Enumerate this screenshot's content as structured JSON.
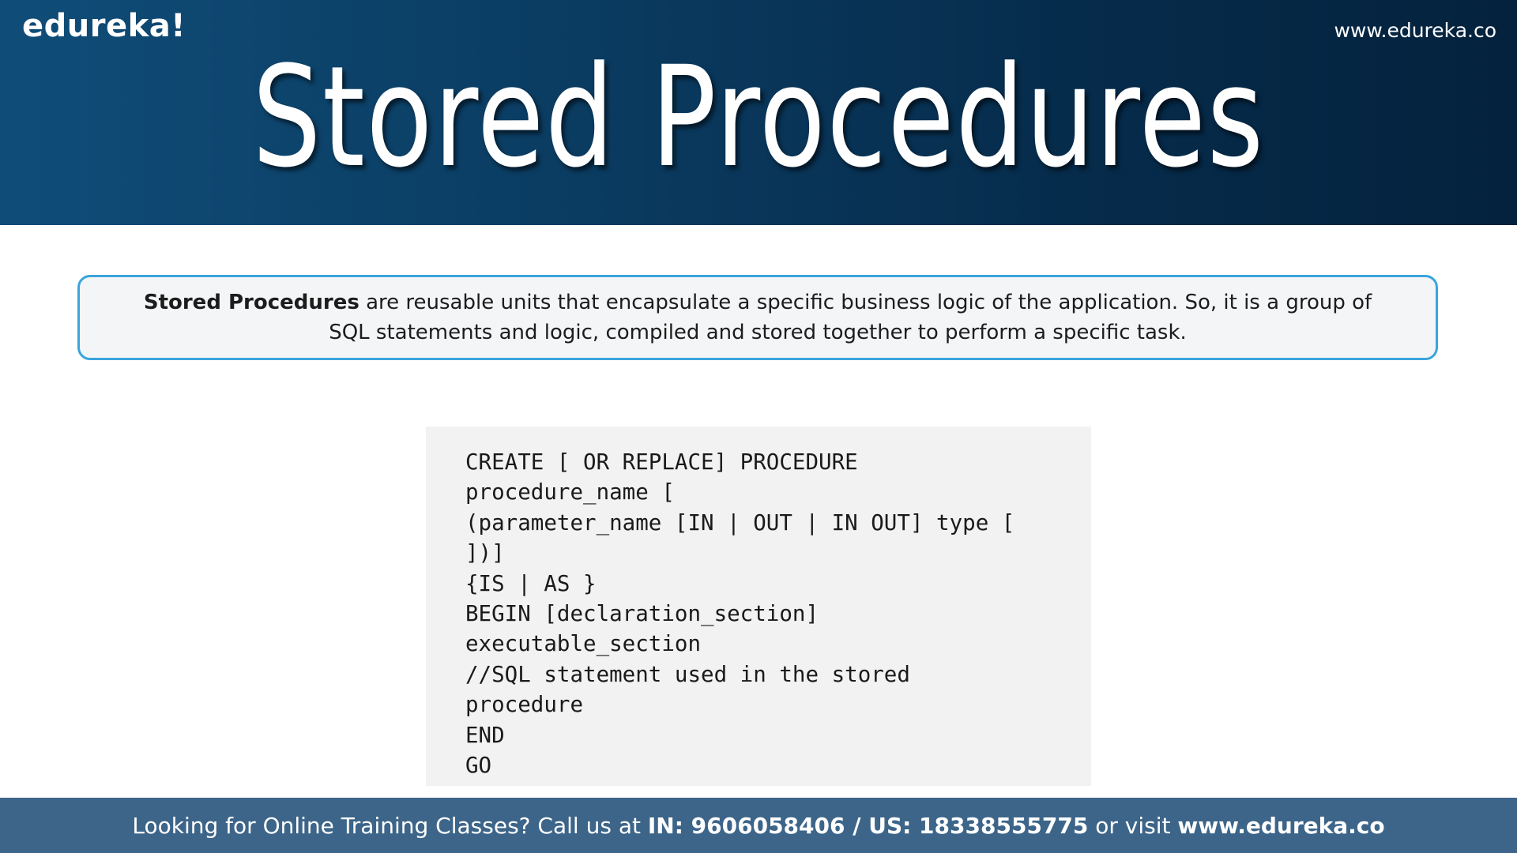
{
  "header": {
    "logo_text": "edureka!",
    "site_url": "www.edureka.co",
    "title": "Stored Procedures"
  },
  "definition": {
    "term": "Stored Procedures",
    "text": " are reusable units that encapsulate a specific business logic of the application. So, it is a  group of SQL statements and logic, compiled and stored together to perform a specific task."
  },
  "code": {
    "lines": [
      "CREATE [ OR REPLACE] PROCEDURE",
      "procedure_name [",
      "(parameter_name [IN | OUT | IN OUT] type [",
      "])]",
      "{IS | AS }",
      "BEGIN [declaration_section]",
      "executable_section",
      "//SQL statement used in the stored",
      "procedure",
      "END",
      "GO"
    ]
  },
  "footer": {
    "prefix": "Looking for Online Training Classes? Call us at ",
    "phones": "IN: 9606058406 / US: 18338555775",
    "middle": " or visit ",
    "url": "www.edureka.co"
  },
  "colors": {
    "header_dark": "#04223d",
    "header_light": "#0f4d78",
    "box_border": "#3aa5dc",
    "footer_bg": "#3d6589"
  }
}
